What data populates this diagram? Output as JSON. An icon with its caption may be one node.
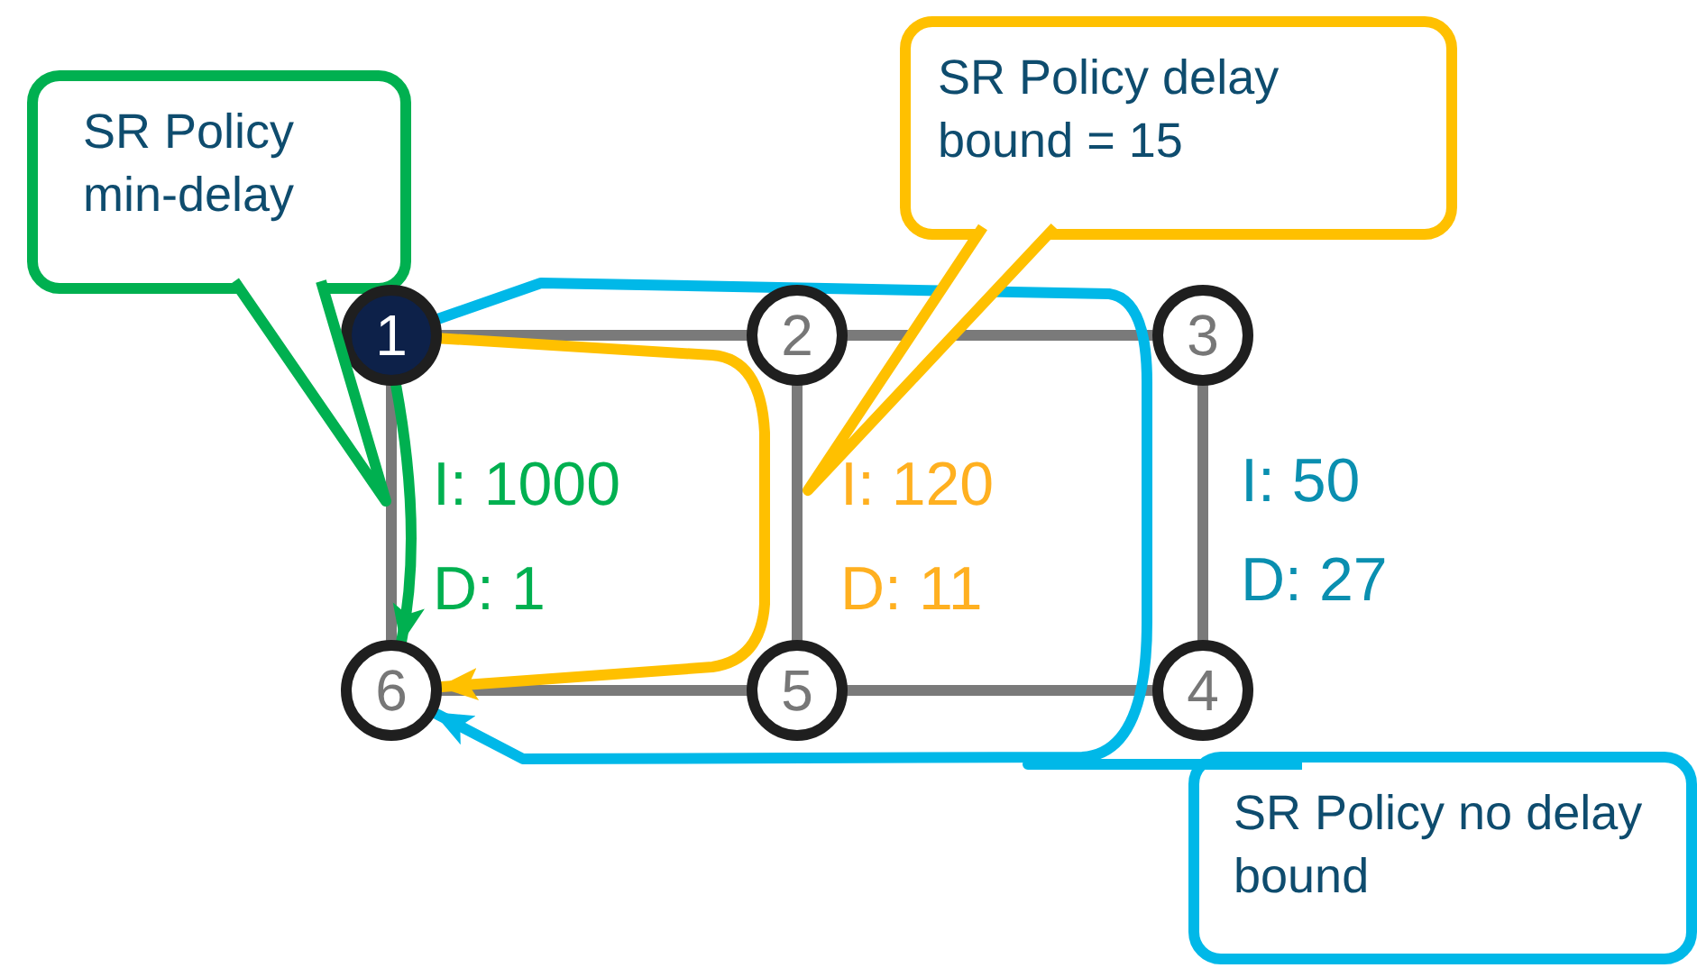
{
  "diagram": {
    "nodes": [
      {
        "text": [
          "SR Policy min-delay"
        ]
      },
      {
        "text": [
          "SR Policy delay bound = 15"
        ]
      },
      {
        "text": [
          "1"
        ]
      },
      {
        "text": [
          "2"
        ]
      },
      {
        "text": [
          "3"
        ]
      },
      {
        "text": [
          "4"
        ]
      },
      {
        "text": [
          "5"
        ]
      },
      {
        "text": [
          "6"
        ]
      },
      {
        "text": [
          "SR Policy no delay bound"
        ]
      }
    ],
    "edges": [
      {
        "from": 2,
        "to": 3,
        "arrow": "none"
      },
      {
        "from": 3,
        "to": 4,
        "arrow": "none"
      },
      {
        "from": 4,
        "to": 5,
        "arrow": "none"
      },
      {
        "from": 5,
        "to": 6,
        "arrow": "none"
      },
      {
        "from": 6,
        "to": 7,
        "arrow": "none"
      },
      {
        "from": 2,
        "to": 7,
        "arrow": "none"
      },
      {
        "from": 3,
        "to": 6,
        "arrow": "none"
      },
      {
        "from": 2,
        "to": 7,
        "arrow": "to",
        "color": "#00b050"
      },
      {
        "from": 2,
        "to": 7,
        "arrow": "to",
        "color": "#ffc000"
      },
      {
        "from": 2,
        "to": 7,
        "arrow": "to",
        "color": "#00b8e8"
      }
    ],
    "labels": [
      "I: 1000",
      "D: 1",
      "I: 120",
      "D: 11",
      "I: 50",
      "D: 27"
    ]
  }
}
